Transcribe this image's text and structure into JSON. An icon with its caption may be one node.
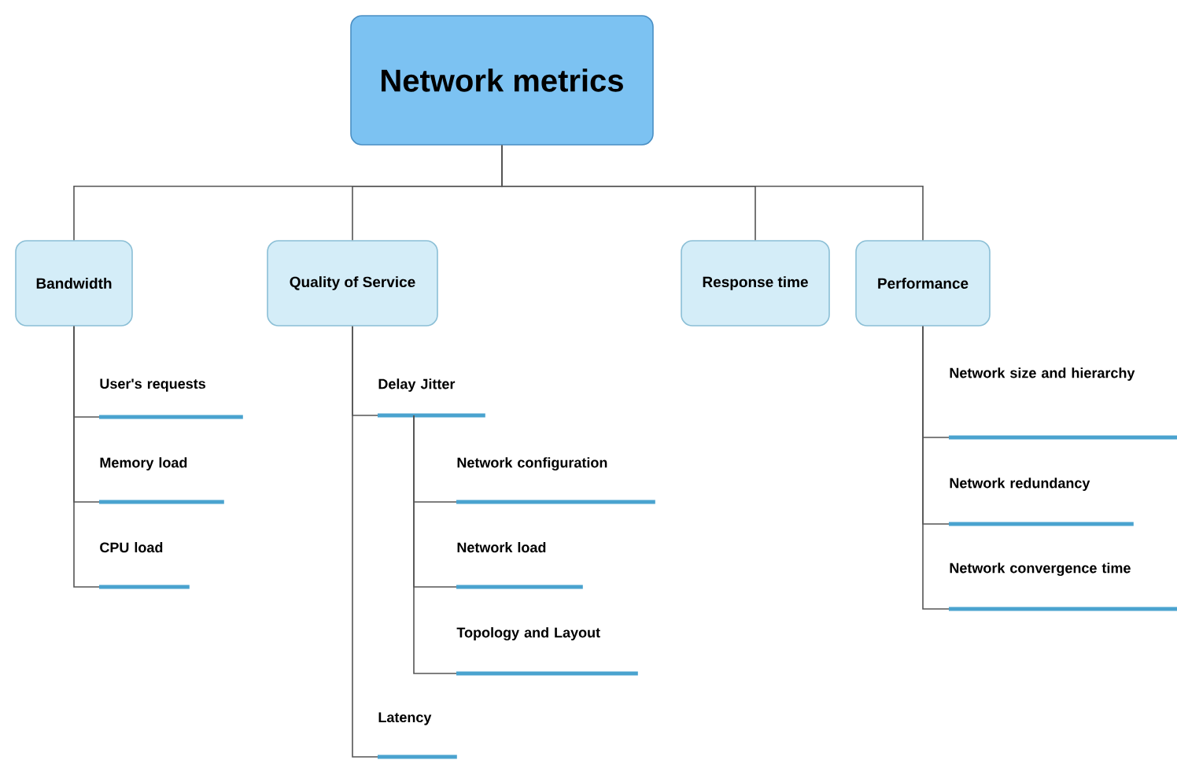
{
  "diagram": {
    "nodes": [
      {
        "text": [
          "Network metrics"
        ]
      },
      {
        "text": [
          "Bandwidth"
        ]
      },
      {
        "text": [
          "Quality of Service"
        ]
      },
      {
        "text": [
          "Response time"
        ]
      },
      {
        "text": [
          "Performance"
        ]
      },
      {
        "text": [
          "User's requests"
        ]
      },
      {
        "text": [
          "Memory load"
        ]
      },
      {
        "text": [
          "CPU load"
        ]
      },
      {
        "text": [
          "Delay Jitter"
        ]
      },
      {
        "text": [
          "Network configuration"
        ]
      },
      {
        "text": [
          "Network load"
        ]
      },
      {
        "text": [
          "Topology and Layout"
        ]
      },
      {
        "text": [
          "Latency"
        ]
      },
      {
        "text": [
          "Network size and hierarchy"
        ]
      },
      {
        "text": [
          "Network redundancy"
        ]
      },
      {
        "text": [
          "Network convergence time"
        ]
      }
    ],
    "edges": [
      {
        "from": 0,
        "to": 1,
        "arrow": "none"
      },
      {
        "from": 0,
        "to": 2,
        "arrow": "none"
      },
      {
        "from": 0,
        "to": 3,
        "arrow": "none"
      },
      {
        "from": 0,
        "to": 4,
        "arrow": "none"
      },
      {
        "from": 1,
        "to": 5,
        "arrow": "none"
      },
      {
        "from": 1,
        "to": 6,
        "arrow": "none"
      },
      {
        "from": 1,
        "to": 7,
        "arrow": "none"
      },
      {
        "from": 2,
        "to": 8,
        "arrow": "none"
      },
      {
        "from": 8,
        "to": 9,
        "arrow": "none"
      },
      {
        "from": 8,
        "to": 10,
        "arrow": "none"
      },
      {
        "from": 8,
        "to": 11,
        "arrow": "none"
      },
      {
        "from": 2,
        "to": 12,
        "arrow": "none"
      },
      {
        "from": 4,
        "to": 13,
        "arrow": "none"
      },
      {
        "from": 4,
        "to": 14,
        "arrow": "none"
      },
      {
        "from": 4,
        "to": 15,
        "arrow": "none"
      }
    ]
  }
}
